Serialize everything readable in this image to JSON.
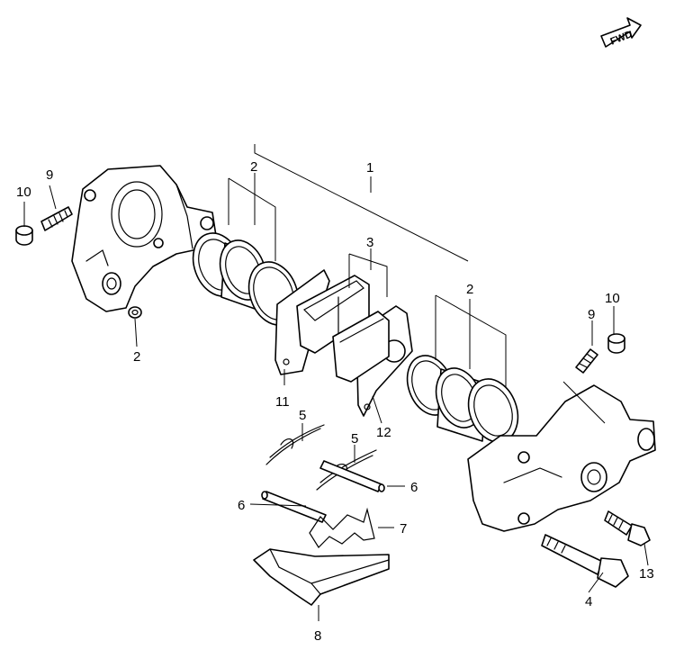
{
  "diagram": {
    "fwd_label": "FWD",
    "callouts": [
      {
        "id": "c-1",
        "text": "1"
      },
      {
        "id": "c-2a",
        "text": "2"
      },
      {
        "id": "c-2b",
        "text": "2"
      },
      {
        "id": "c-2c",
        "text": "2"
      },
      {
        "id": "c-3",
        "text": "3"
      },
      {
        "id": "c-4",
        "text": "4"
      },
      {
        "id": "c-5a",
        "text": "5"
      },
      {
        "id": "c-5b",
        "text": "5"
      },
      {
        "id": "c-6a",
        "text": "6"
      },
      {
        "id": "c-6b",
        "text": "6"
      },
      {
        "id": "c-7",
        "text": "7"
      },
      {
        "id": "c-8",
        "text": "8"
      },
      {
        "id": "c-9a",
        "text": "9"
      },
      {
        "id": "c-9b",
        "text": "9"
      },
      {
        "id": "c-10a",
        "text": "10"
      },
      {
        "id": "c-10b",
        "text": "10"
      },
      {
        "id": "c-11",
        "text": "11"
      },
      {
        "id": "c-12",
        "text": "12"
      },
      {
        "id": "c-13",
        "text": "13"
      }
    ]
  }
}
